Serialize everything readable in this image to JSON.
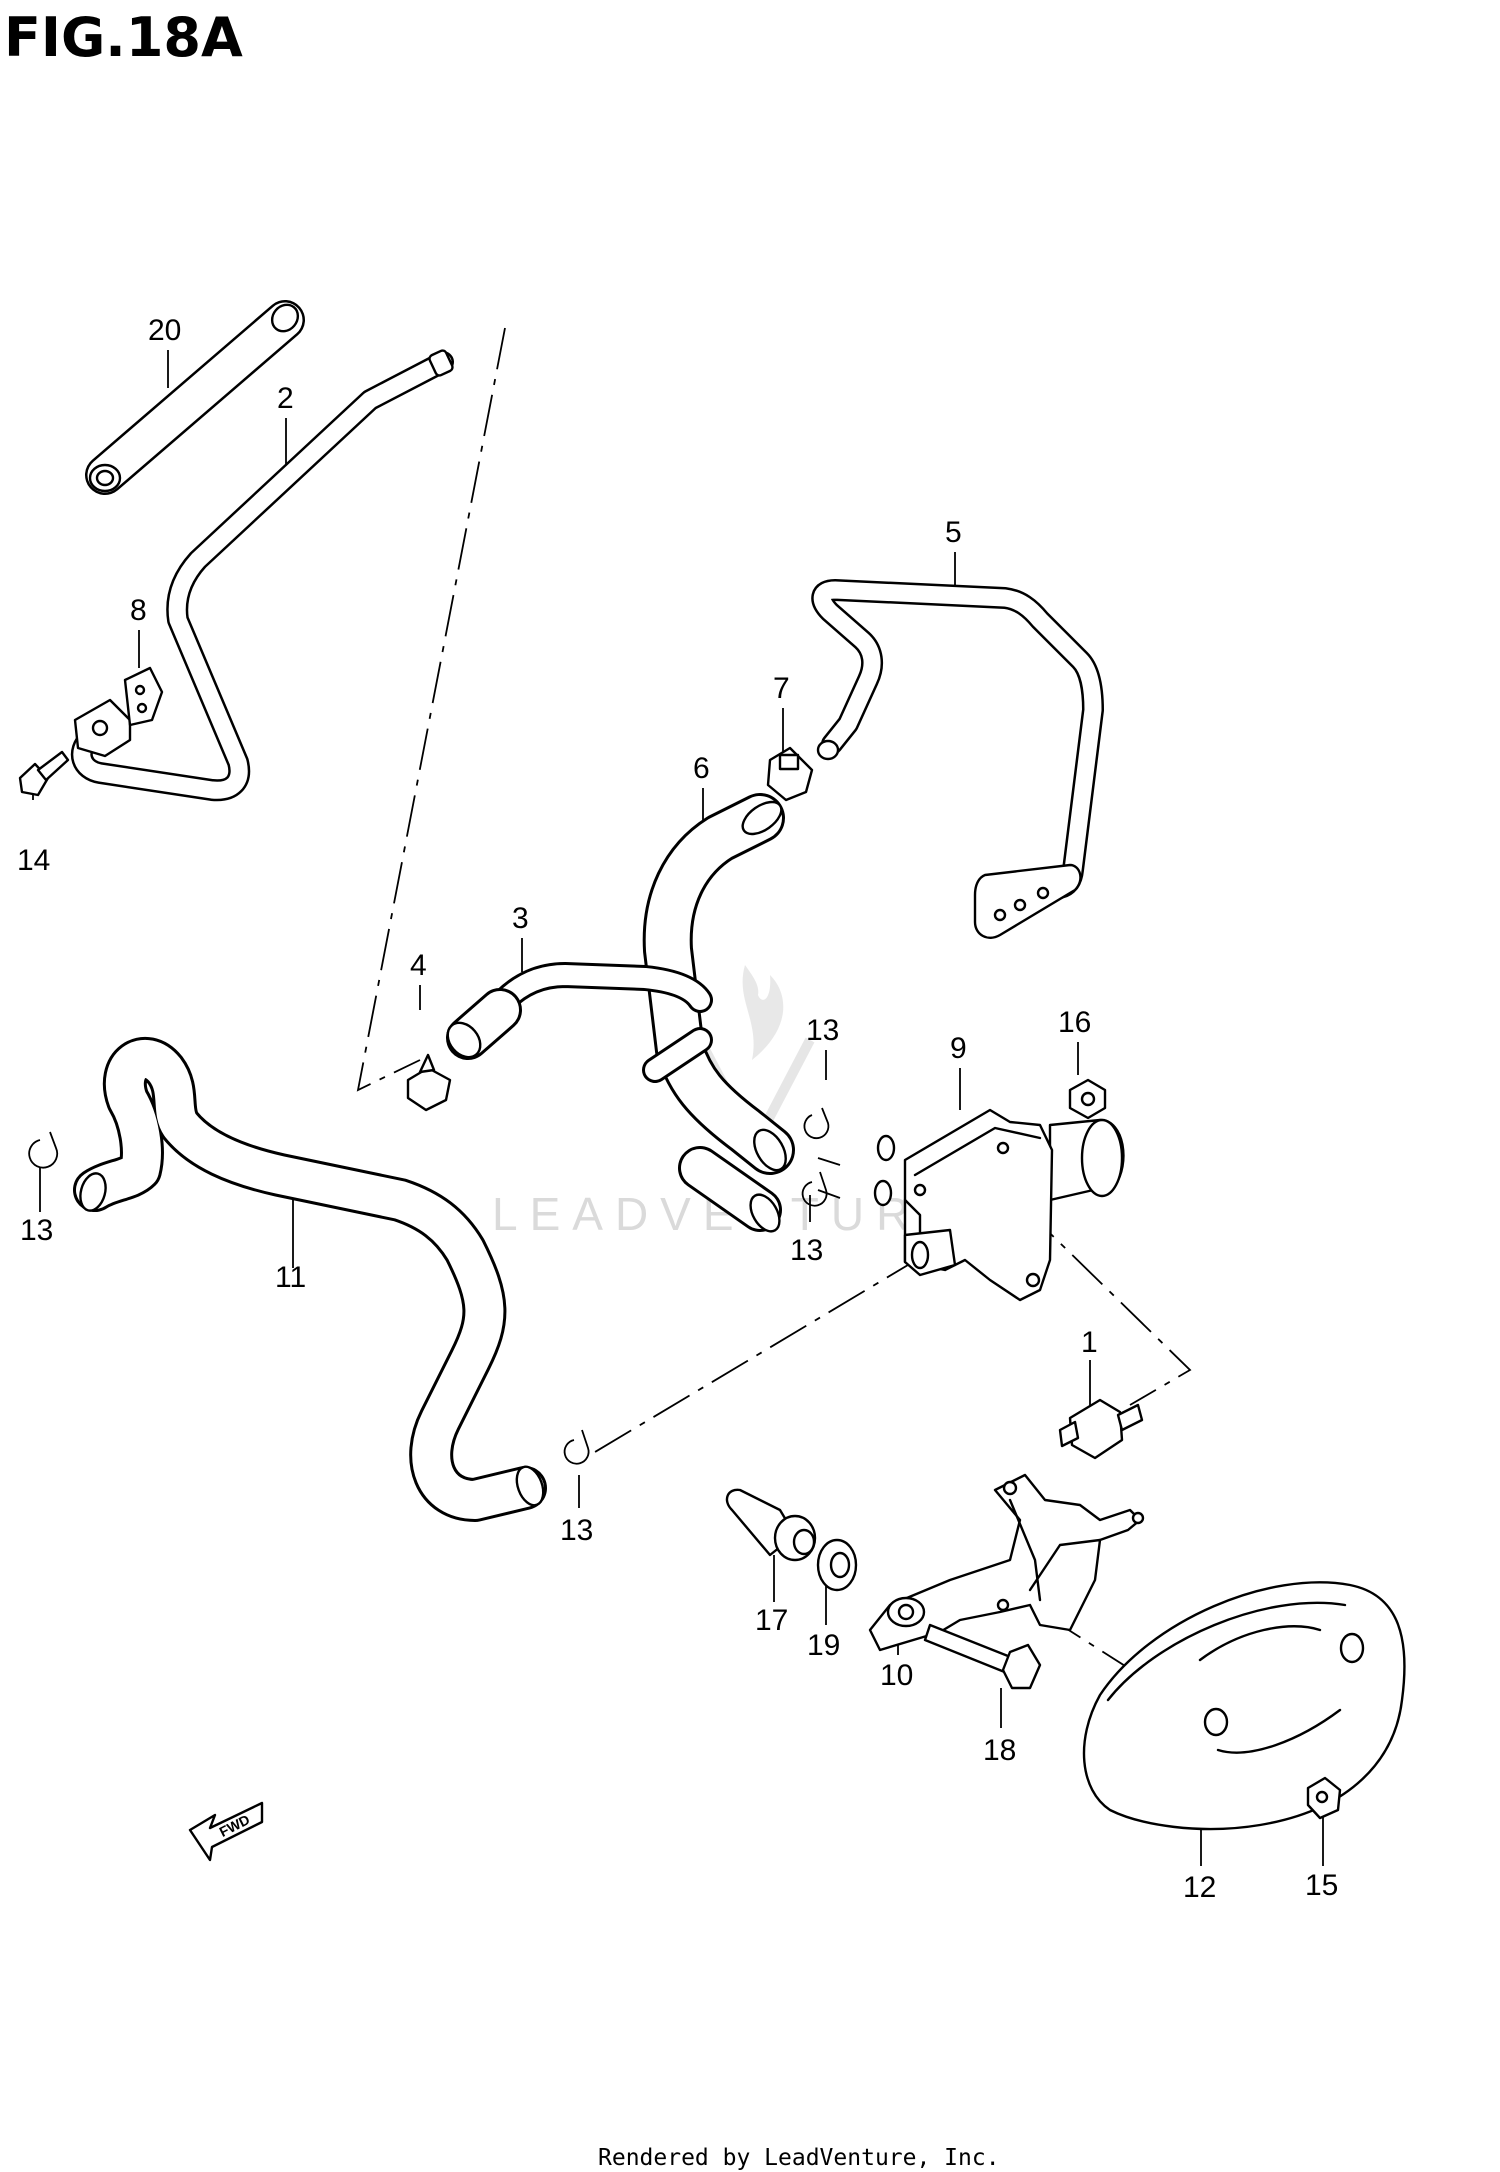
{
  "figure": {
    "title": "FIG.18A",
    "footer": "Rendered by LeadVenture, Inc.",
    "watermark": "LEADVENTURE",
    "fwd_label": "FWD"
  },
  "callouts": [
    {
      "id": "20",
      "label": "20"
    },
    {
      "id": "2",
      "label": "2"
    },
    {
      "id": "8",
      "label": "8"
    },
    {
      "id": "14",
      "label": "14"
    },
    {
      "id": "5",
      "label": "5"
    },
    {
      "id": "7",
      "label": "7"
    },
    {
      "id": "6",
      "label": "6"
    },
    {
      "id": "3",
      "label": "3"
    },
    {
      "id": "4",
      "label": "4"
    },
    {
      "id": "13a",
      "label": "13"
    },
    {
      "id": "16",
      "label": "16"
    },
    {
      "id": "9",
      "label": "9"
    },
    {
      "id": "13b",
      "label": "13"
    },
    {
      "id": "13c",
      "label": "13"
    },
    {
      "id": "11",
      "label": "11"
    },
    {
      "id": "1",
      "label": "1"
    },
    {
      "id": "13d",
      "label": "13"
    },
    {
      "id": "17",
      "label": "17"
    },
    {
      "id": "19",
      "label": "19"
    },
    {
      "id": "10",
      "label": "10"
    },
    {
      "id": "18",
      "label": "18"
    },
    {
      "id": "12",
      "label": "12"
    },
    {
      "id": "15",
      "label": "15"
    }
  ]
}
